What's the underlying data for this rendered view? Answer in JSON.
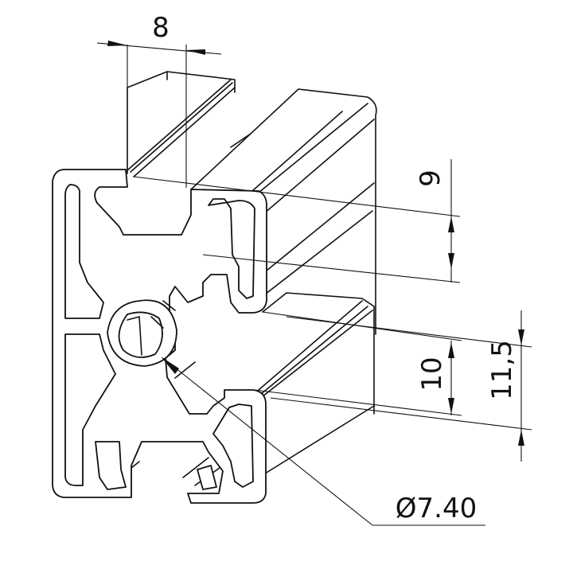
{
  "drawing": {
    "dimensions": {
      "slot_width": "8",
      "slot_depth": "9",
      "inner_slot": "10",
      "outer_slot": "11,5",
      "bore_diameter": "Ø7.40"
    }
  }
}
